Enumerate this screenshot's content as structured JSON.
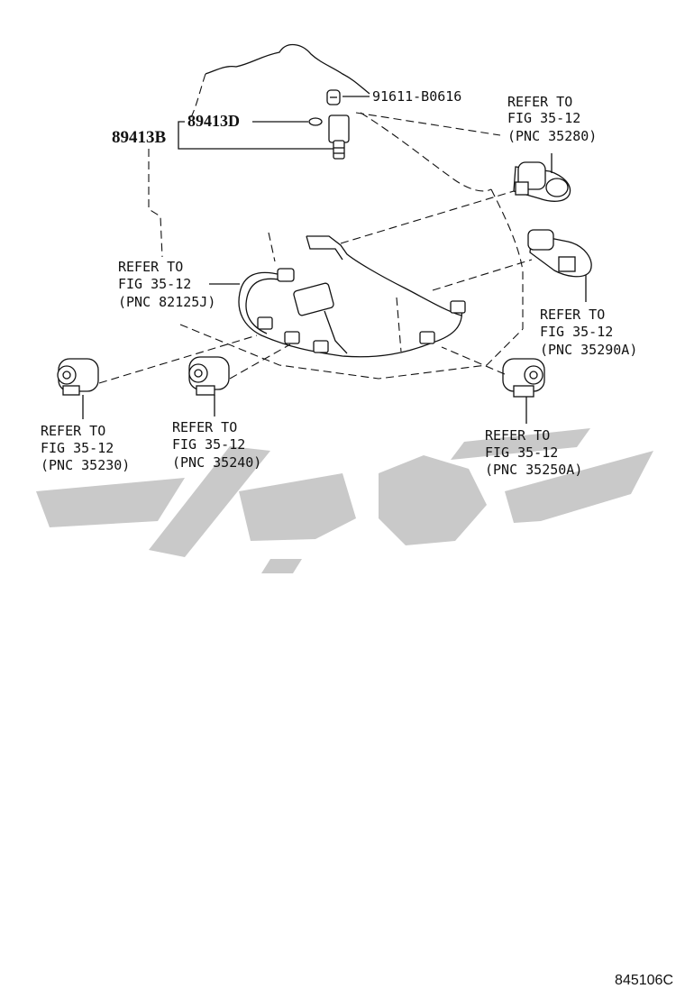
{
  "part_numbers": {
    "p89413B": "89413B",
    "p89413D": "89413D",
    "p91611": "91611-B0616"
  },
  "callouts": [
    {
      "id": "35280",
      "line1": "REFER TO",
      "line2": "FIG 35-12",
      "line3": "(PNC 35280)"
    },
    {
      "id": "82125J",
      "line1": "REFER TO",
      "line2": "FIG 35-12",
      "line3": "(PNC 82125J)"
    },
    {
      "id": "35290A",
      "line1": "REFER TO",
      "line2": "FIG 35-12",
      "line3": "(PNC 35290A)"
    },
    {
      "id": "35230",
      "line1": "REFER TO",
      "line2": "FIG 35-12",
      "line3": "(PNC 35230)"
    },
    {
      "id": "35240",
      "line1": "REFER TO",
      "line2": "FIG 35-12",
      "line3": "(PNC 35240)"
    },
    {
      "id": "35250A",
      "line1": "REFER TO",
      "line2": "FIG 35-12",
      "line3": "(PNC 35250A)"
    }
  ],
  "figure_id": "845106C",
  "colors": {
    "ink": "#111111",
    "watermark": "#c9c9c9"
  }
}
